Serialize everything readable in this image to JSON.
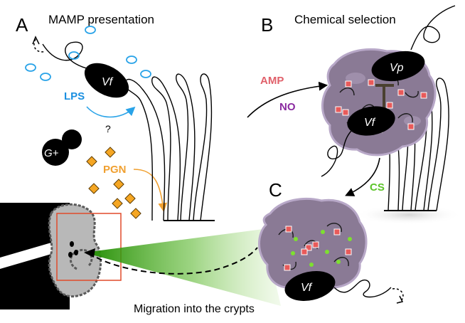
{
  "panels": {
    "a": {
      "letter": "A",
      "title": "MAMP presentation"
    },
    "b": {
      "letter": "B",
      "title": "Chemical selection"
    },
    "c": {
      "letter": "C"
    }
  },
  "labels": {
    "vf_a": "Vf",
    "vp_b": "Vp",
    "vf_b": "Vf",
    "vf_c": "Vf",
    "lps": "LPS",
    "question": "?",
    "gplus": "G+",
    "pgn": "PGN",
    "amp": "AMP",
    "no": "NO",
    "cs": "CS",
    "migration": "Migration into the crypts"
  },
  "colors": {
    "lps": "#1a8fe0",
    "lps_ring": "#29a3e8",
    "pgn": "#f0a030",
    "pgn_diamond": "#f5a623",
    "amp": "#e0606a",
    "no": "#8a2aa0",
    "cs": "#5cc42a",
    "mucus": "#8a7a95",
    "crypt_box": "#e04a2a",
    "organ_gray": "#b8b8b8",
    "beam_green": "#3aa010"
  },
  "icons": [
    "rotation-arrow-icon",
    "flagellum-icon",
    "chevron-inhibit-icon"
  ]
}
